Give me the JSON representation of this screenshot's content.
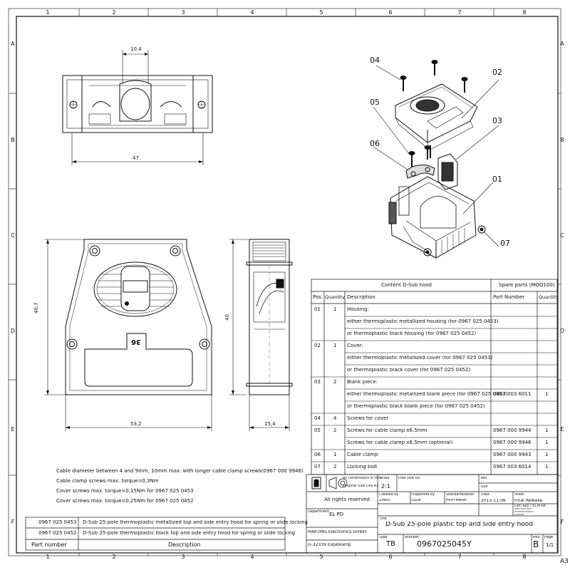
{
  "sheet": {
    "size_label": "A3",
    "col_numbers": [
      "1",
      "2",
      "3",
      "4",
      "5",
      "6",
      "7",
      "8"
    ],
    "row_letters": [
      "A",
      "B",
      "C",
      "D",
      "E",
      "F"
    ]
  },
  "dimensions": {
    "top_width": "10,4",
    "top_length": "47",
    "front_height": "40,7",
    "front_width": "53,2",
    "side_height": "40",
    "side_width": "15,4"
  },
  "front_marking": "36",
  "callouts": [
    "04",
    "02",
    "05",
    "03",
    "06",
    "01",
    "07"
  ],
  "notes": [
    "Cable diameter between 4 and 9mm, 10mm max. with longer cable clamp screws(0967 000 9946)",
    "Cable clamp screws max. torque=0,3Nm",
    "Cover screws max. torque=0,15Nm for 0967 025 0453",
    "Cover screws max. torque=0,25Nm for 0967 025 0452"
  ],
  "parts_table": {
    "title_left": "Content D-Sub hood",
    "title_right": "Spare parts (MOQ100)",
    "headers": {
      "pos": "Pos.",
      "qty": "Quantity",
      "desc": "Description",
      "part": "Part Number",
      "spare_qty": "Quantity"
    },
    "rows": [
      {
        "pos": "01",
        "qty": "1",
        "desc": "Housing:",
        "part": "",
        "sq": ""
      },
      {
        "pos": "",
        "qty": "",
        "desc": "either thermoplastic metallized housing (for 0967 025 0453)",
        "part": "",
        "sq": ""
      },
      {
        "pos": "",
        "qty": "",
        "desc": "or thermoplastic black housing (for 0967 025 0452)",
        "part": "",
        "sq": ""
      },
      {
        "pos": "02",
        "qty": "1",
        "desc": "Cover:",
        "part": "",
        "sq": ""
      },
      {
        "pos": "",
        "qty": "",
        "desc": "either thermoplastic metallized cover (for 0967 025 0453)",
        "part": "",
        "sq": ""
      },
      {
        "pos": "",
        "qty": "",
        "desc": "or thermoplastic black cover (for 0967 025 0452)",
        "part": "",
        "sq": ""
      },
      {
        "pos": "03",
        "qty": "2",
        "desc": "Blank piece:",
        "part": "",
        "sq": ""
      },
      {
        "pos": "",
        "qty": "",
        "desc": "either thermoplastic metallized blank piece (for 0967 025 0453)",
        "part": "0967 003 6011",
        "sq": "1"
      },
      {
        "pos": "",
        "qty": "",
        "desc": "or thermoplastic black blank piece (for 0967 025 0452)",
        "part": "",
        "sq": ""
      },
      {
        "pos": "04",
        "qty": "4",
        "desc": "Screws for cover",
        "part": "",
        "sq": ""
      },
      {
        "pos": "05",
        "qty": "2",
        "desc": "Screws for cable clamp x6,5mm",
        "part": "0967 000 9944",
        "sq": "1"
      },
      {
        "pos": "",
        "qty": "",
        "desc": "Screws for cable clamp x8,5mm (optional)",
        "part": "0967 000 9946",
        "sq": "1"
      },
      {
        "pos": "06",
        "qty": "1",
        "desc": "Cable clamp",
        "part": "0967 000 9943",
        "sq": "1"
      },
      {
        "pos": "07",
        "qty": "2",
        "desc": "Locking bolt",
        "part": "0967 003 6014",
        "sq": "1"
      }
    ]
  },
  "title_block": {
    "dims_note_1": "All Dimensions in mm",
    "dims_note_2": "Original Size DIN A3",
    "scale_label": "Scale",
    "scale_value": "2:1",
    "free_size_tol": "Free size tol.",
    "ref_label": "Ref.",
    "sub_label": "Sub",
    "rights": "All rights reserved",
    "created_by_label": "Created by",
    "created_by": "ZINKD",
    "inspected_by_label": "Inspected by",
    "inspected_by": "LUDK",
    "standardisation_label": "Standardisation",
    "standardisation": "HOFFMANN",
    "date_label": "Date",
    "date": "2015-11-06",
    "state_label": "State",
    "state": "Final Release",
    "department_label": "Department",
    "department": "EL PD",
    "doc_key": "Doc-Key / ECM-Nr",
    "doc_key_values": [
      "0967025045Y",
      "000000000000",
      "000000"
    ],
    "company": "HARTING Electronics GmbH",
    "address": "D-32339 Espelkamp",
    "title_label": "Title",
    "title": "D-Sub 25-pole plastic top and side entry hood",
    "type_label": "Type",
    "type": "TB",
    "number_label": "Number",
    "number": "0967025045Y",
    "rev_label": "Rev.",
    "rev": "B",
    "page_label": "Page",
    "page": "1/1"
  },
  "variants_table": {
    "rows": [
      {
        "part": "0967 025 0453",
        "desc": "D-Sub 25-pole thermoplastic metallized top and side entry hood for spring or slide locking"
      },
      {
        "part": "0967 025 0452",
        "desc": "D-Sub 25-pole thermoplastic black top and side entry hood for spring or slide locking"
      }
    ],
    "header_part": "Part number",
    "header_desc": "Description"
  }
}
